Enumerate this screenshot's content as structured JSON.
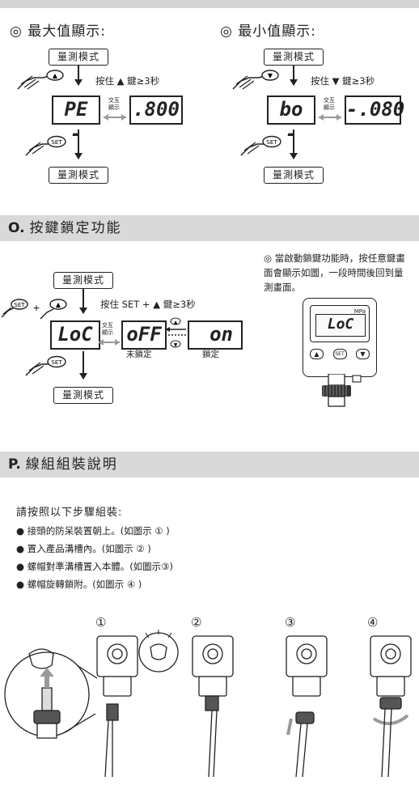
{
  "section_n": {
    "left": {
      "title": "◎ 最大值顯示:",
      "mode_top": "量測模式",
      "instruction": "按住 ▲ 鍵≥3秒",
      "lcd_left": "PE -",
      "swap_label_1": "交互",
      "swap_label_2": "顯示",
      "lcd_right": ".800",
      "mode_bottom": "量測模式",
      "btn_up": "▲",
      "btn_set": "SET"
    },
    "right": {
      "title": "◎ 最小值顯示:",
      "mode_top": "量測模式",
      "instruction": "按住 ▼ 鍵≥3秒",
      "lcd_left": "bo -",
      "swap_label_1": "交互",
      "swap_label_2": "顯示",
      "lcd_right": "-.080",
      "mode_bottom": "量測模式",
      "btn_down": "▼",
      "btn_set": "SET"
    }
  },
  "section_o": {
    "letter": "O.",
    "title": "按鍵鎖定功能",
    "mode_top": "量測模式",
    "press_combo": "+",
    "instruction": "按住 SET + ▲ 鍵≥3秒",
    "lcd_loc": "LoC",
    "swap_label_1": "交互",
    "swap_label_2": "顯示",
    "lcd_off": "oFF",
    "lcd_on": "on",
    "label_unlock": "未鎖定",
    "label_lock": "鎖定",
    "mode_bottom": "量測模式",
    "note": "◎ 當啟動鎖鍵功能時，按任意鍵畫面會顯示如圖，一段時間後回到量測畫面。",
    "device_lcd": "LoC",
    "device_unit": "MPa",
    "device_btns": [
      "▲",
      "SET",
      "▼"
    ]
  },
  "section_p": {
    "letter": "P.",
    "title": "線組組裝說明",
    "intro": "請按照以下步驟組裝:",
    "steps": [
      "● 接頭的防呆裝置朝上。(如圖示 ① )",
      "● 置入產品溝槽內。(如圖示 ② )",
      "● 螺帽對準溝槽置入本體。(如圖示③)",
      "● 螺帽旋轉鎖附。(如圖示 ④ )"
    ],
    "figure_numbers": [
      "①",
      "②",
      "③",
      "④"
    ]
  }
}
